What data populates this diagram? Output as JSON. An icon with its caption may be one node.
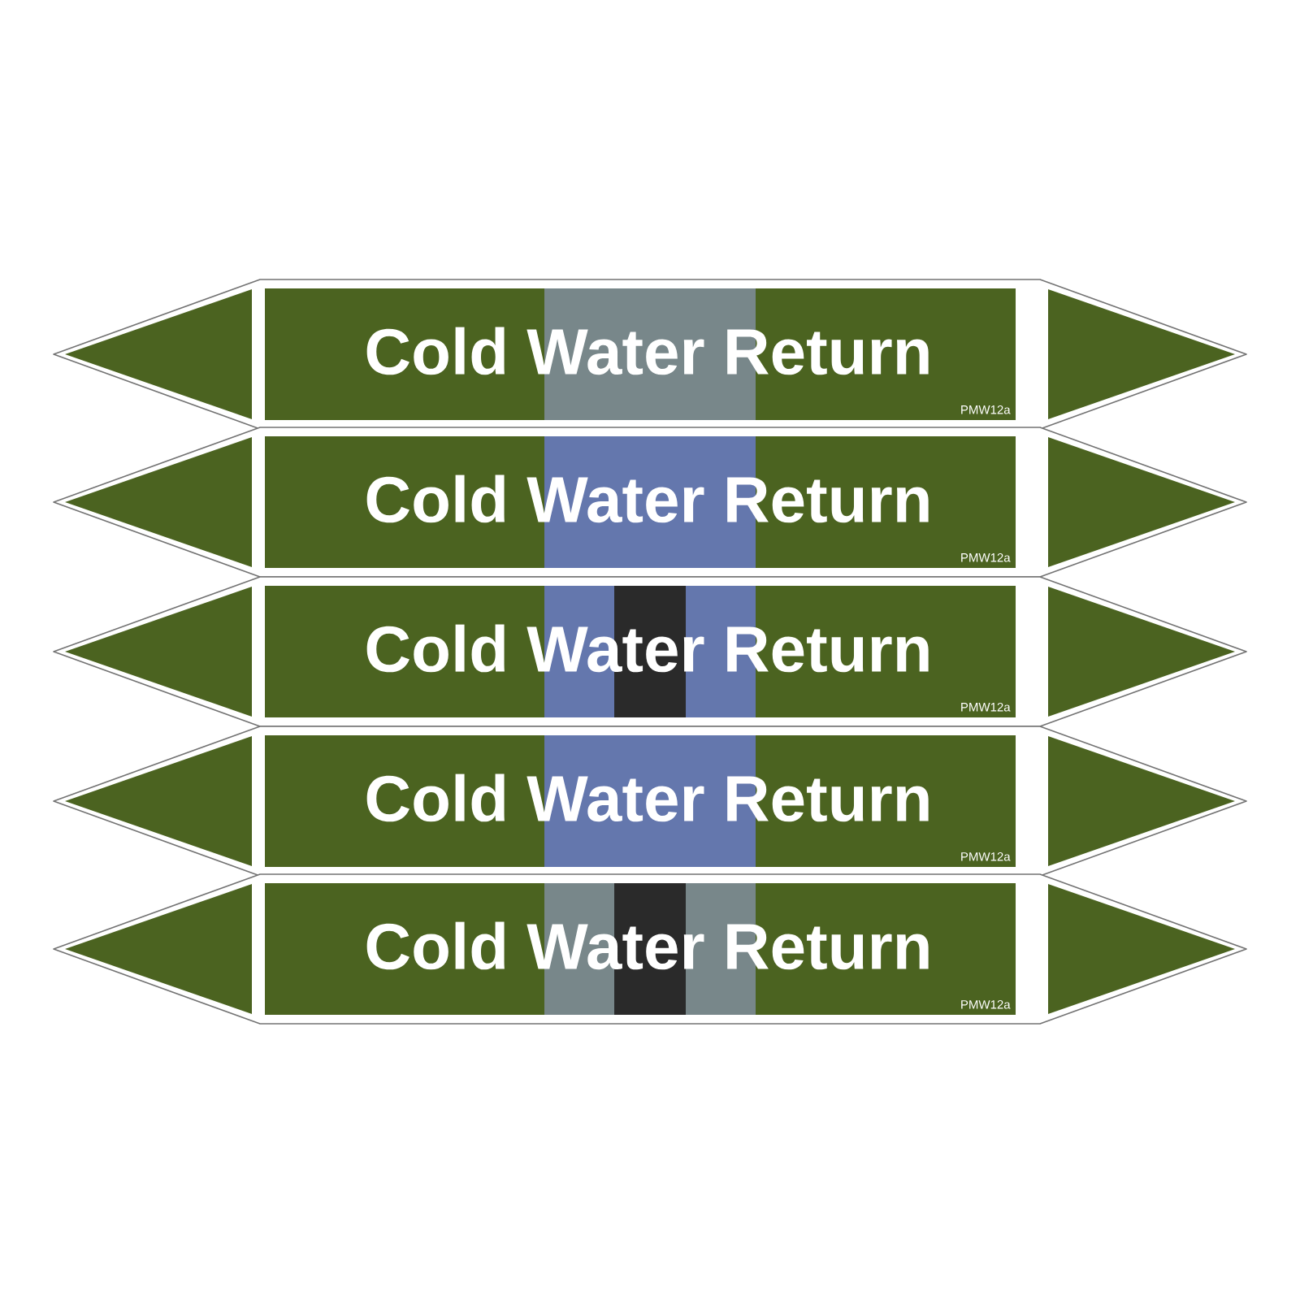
{
  "diagram": {
    "nodes": [
      {
        "text": [
          "Cold Water Return",
          "PMW12a"
        ]
      },
      {
        "text": [
          "Cold Water Return",
          "PMW12a"
        ]
      },
      {
        "text": [
          "Cold Water Return",
          "PMW12a"
        ]
      },
      {
        "text": [
          "Cold Water Return",
          "PMW12a"
        ]
      },
      {
        "text": [
          "Cold Water Return",
          "PMW12a"
        ]
      }
    ]
  }
}
